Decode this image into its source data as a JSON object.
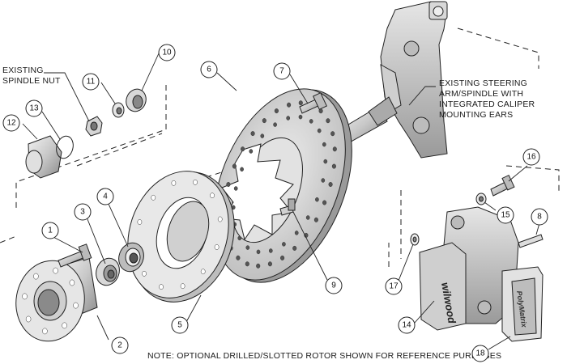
{
  "labels": {
    "existing_spindle_nut": [
      "EXISTING",
      "SPINDLE NUT"
    ],
    "existing_steering_arm": [
      "EXISTING STEERING",
      "ARM/SPINDLE WITH",
      "INTEGRATED CALIPER",
      "MOUNTING EARS"
    ],
    "note": "NOTE: OPTIONAL DRILLED/SLOTTED ROTOR SHOWN FOR REFERENCE PURPOSES"
  },
  "callouts": {
    "c1": "1",
    "c2": "2",
    "c3": "3",
    "c4": "4",
    "c5": "5",
    "c6": "6",
    "c7": "7",
    "c8": "8",
    "c9": "9",
    "c10": "10",
    "c11": "11",
    "c12": "12",
    "c13": "13",
    "c14": "14",
    "c15": "15",
    "c16": "16",
    "c17": "17",
    "c18": "18"
  },
  "caliper_brand": "wilwood",
  "pad_brand": "PolyMatrix"
}
